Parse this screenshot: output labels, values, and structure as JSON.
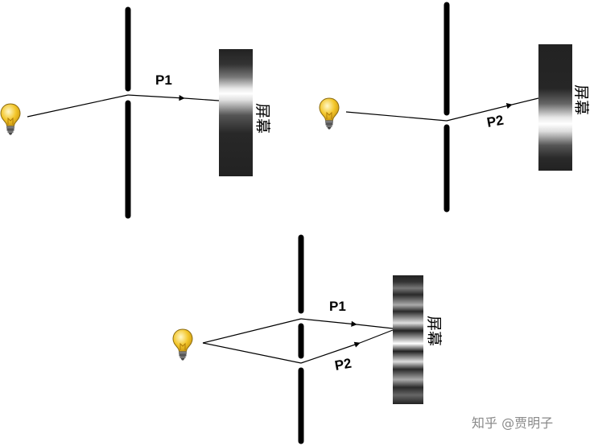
{
  "labels": {
    "p1": "P1",
    "p2": "P2",
    "screen": "屏幕"
  },
  "watermark": "知乎 @贾明子",
  "icons": {
    "bulb": "light-bulb-icon"
  },
  "colors": {
    "slit": "#000000",
    "ray": "#000000",
    "bulb_glass": "#f3c62a",
    "bulb_base": "#555555",
    "screen_dark": "#222222"
  }
}
